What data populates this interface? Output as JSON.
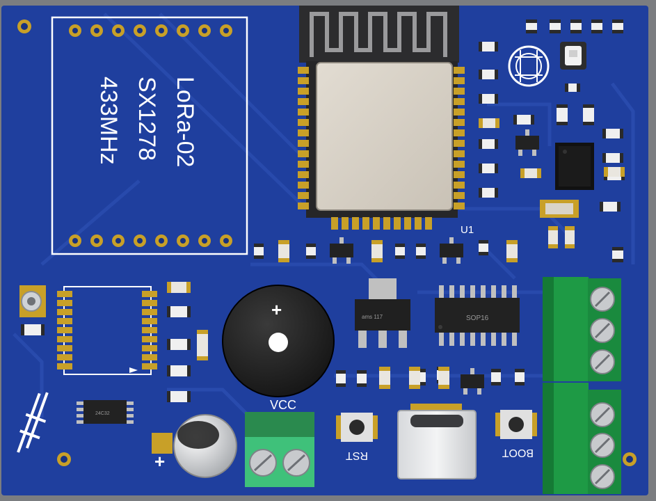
{
  "board": {
    "lora_module": {
      "line1": "LoRa-02",
      "line2": "SX1278",
      "line3": "433MHz"
    },
    "esp_module_ref": "U1",
    "labels": {
      "vcc": "VCC",
      "rst": "RST",
      "boot": "BOOT",
      "buzzer_polarity": "+",
      "cap_polarity": "+"
    },
    "ics": {
      "sop16": "SOP16",
      "regulator": "ams 117",
      "soic8": "24C32"
    },
    "colors": {
      "pcb": "#1f3f9e",
      "pcb_dark": "#17338a",
      "gold": "#c8a028",
      "silk": "#ffffff",
      "terminal_green": "#1e9a45",
      "terminal_light": "#3fc17a"
    }
  }
}
